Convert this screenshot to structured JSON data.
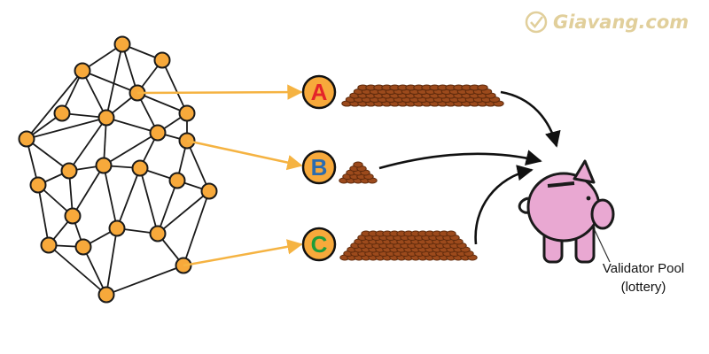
{
  "watermark": {
    "brand": "Giavang.com",
    "logo_icon": "gold-badge-icon"
  },
  "validators": [
    {
      "letter": "A",
      "letter_color": "#e4232a",
      "stake": "large"
    },
    {
      "letter": "B",
      "letter_color": "#2b6cb0",
      "stake": "small"
    },
    {
      "letter": "C",
      "letter_color": "#1f9d3a",
      "stake": "largest"
    }
  ],
  "pool": {
    "line1": "Validator Pool",
    "line2": "(lottery)",
    "icon": "piggy-bank-icon"
  },
  "colors": {
    "node_fill": "#f7a93b",
    "node_stroke": "#1a1a1a",
    "network_edge": "#1a1a1a",
    "arrow_orange": "#f5b342",
    "badge_fill": "#f7a93b",
    "coin_fill": "#9c4a1c",
    "coin_rim": "#5e2a0c",
    "piggy_fill": "#e9a8d2",
    "piggy_stroke": "#1a1a1a"
  }
}
